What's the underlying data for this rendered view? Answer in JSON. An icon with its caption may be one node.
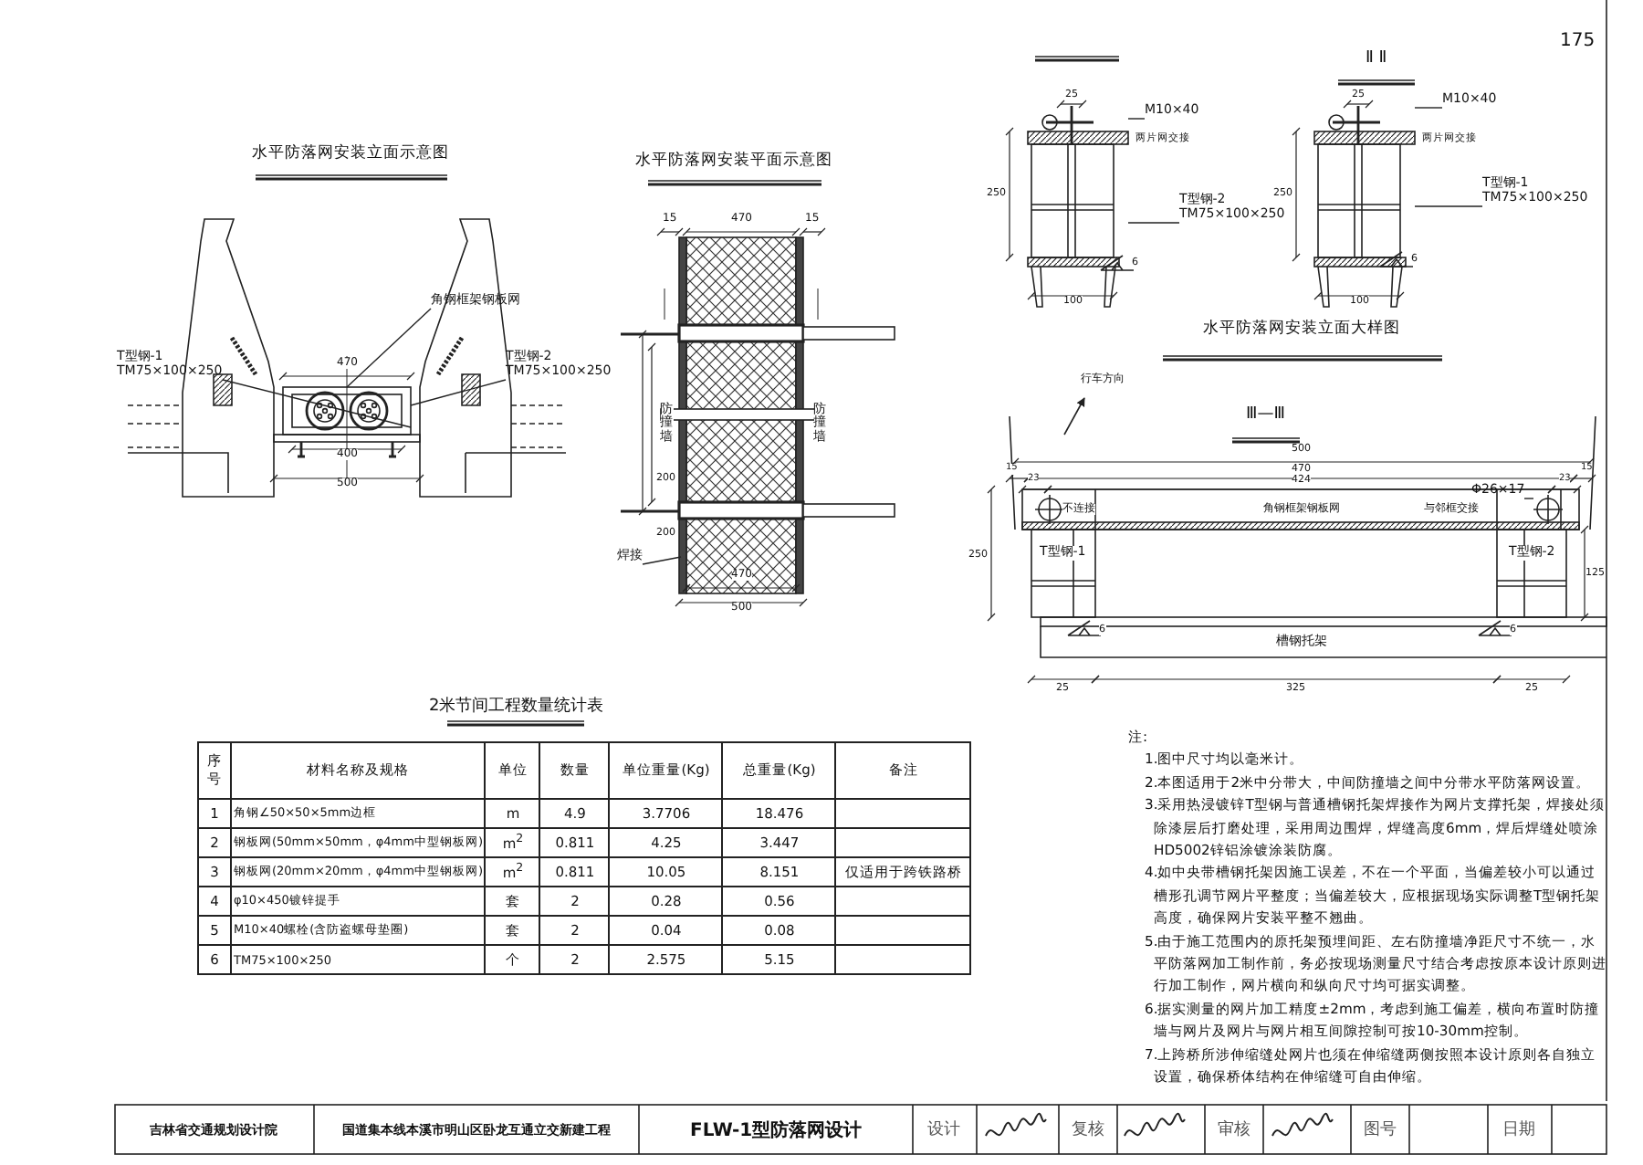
{
  "diagram": {
    "nodes": [
      {
        "text": [
          "T型钢-1",
          "TM75×100×250"
        ]
      },
      {
        "text": [
          "T型钢-2",
          "TM75×100×250"
        ]
      },
      {
        "text": [
          "角钢框架钢板网"
        ]
      },
      {
        "text": [
          "M10×40"
        ]
      },
      {
        "text": [
          "T型钢-2",
          "TM75×100×250"
        ]
      },
      {
        "text": [
          "M10×40"
        ]
      },
      {
        "text": [
          "T型钢-1",
          "TM75×100×250"
        ]
      },
      {
        "text": [
          "Φ26×17"
        ]
      },
      {
        "text": [
          "焊接"
        ]
      },
      {
        "text": [],
        "shape": "picture"
      },
      {
        "text": [],
        "shape": "picture"
      },
      {
        "text": [],
        "shape": "circle"
      },
      {
        "text": [],
        "shape": "circle"
      }
    ],
    "edges": [
      {
        "from": 0,
        "to": null,
        "arrow": "none"
      },
      {
        "from": 1,
        "to": null,
        "arrow": "none"
      },
      {
        "from": 2,
        "to": null,
        "arrow": "none"
      },
      {
        "from": 3,
        "to": 9,
        "arrow": "none"
      },
      {
        "from": 4,
        "to": 9,
        "arrow": "none"
      },
      {
        "from": 5,
        "to": 10,
        "arrow": "none"
      },
      {
        "from": 6,
        "to": 10,
        "arrow": "none"
      },
      {
        "from": 7,
        "to": 12,
        "arrow": "none"
      },
      {
        "from": 8,
        "to": null,
        "arrow": "none"
      }
    ],
    "labels": [
      "175",
      "水平防落网安装立面示意图",
      "470",
      "400",
      "500",
      "水平防落网安装平面示意图",
      "15",
      "470",
      "15",
      "防撞墙",
      "防撞墙",
      "200",
      "200",
      "470",
      "500",
      "25",
      "250",
      "两片网交接",
      "6",
      "100",
      "Ⅱ Ⅱ",
      "25",
      "250",
      "两片网交接",
      "6",
      "100",
      "水平防落网安装立面大样图",
      "行车方向",
      "Ⅲ—Ⅲ",
      "500",
      "15",
      "470",
      "15",
      "23",
      "424",
      "23",
      "不连接",
      "角钢框架钢板网",
      "与邻框交接",
      "250",
      "T型钢-1",
      "T型钢-2",
      "125",
      "6",
      "槽钢托架",
      "6",
      "25",
      "325",
      "25",
      "2米节间工程数量统计表",
      "序号",
      "材料名称及规格",
      "单位",
      "数量",
      "单位重量(Kg)",
      "总重量(Kg)",
      "备注",
      "1",
      "角钢∠50×50×5mm边框",
      "m",
      "4.9",
      "3.7706",
      "18.476",
      "2",
      "钢板网(50mm×50mm，φ4mm中型钢板网)",
      "m$^{2}$",
      "0.811",
      "4.25",
      "3.447",
      "3",
      "钢板网(20mm×20mm，φ4mm中型钢板网)",
      "m$^{2}$",
      "0.811",
      "10.05",
      "8.151",
      "仅适用于跨铁路桥",
      "4",
      "φ10×450镀锌提手",
      "套",
      "2",
      "0.28",
      "0.56",
      "5",
      "M10×40螺栓(含防盗螺母垫圈)",
      "套",
      "2",
      "0.04",
      "0.08",
      "6",
      "TM75×100×250",
      "个",
      "2",
      "2.575",
      "5.15",
      "注:",
      "1.图中尺寸均以毫米计。",
      "2.本图适用于2米中分带大，中间防撞墙之间中分带水平防落网设置。",
      "3.采用热浸镀锌T型钢与普通槽钢托架焊接作为网片支撑托架，焊接处须除漆层后打磨处理，采用周边围焊，焊缝高度6mm，焊后焊缝处喷涂HD5002锌铝涂镀涂装防腐。",
      "4.如中央带槽钢托架因施工误差，不在一个平面，当偏差较小可以通过槽形孔调节网片平整度；当偏差较大，应根据现场实际调整T型钢托架高度，确保网片安装平整不翘曲。",
      "5.由于施工范围内的原托架预埋间距、左右防撞墙净距尺寸不统一，水平防落网加工制作前，务必按现场测量尺寸结合考虑按原本设计原则进行加工制作，网片横向和纵向尺寸均可据实调整。",
      "6.据实测量的网片加工精度±2mm，考虑到施工偏差，横向布置时防撞墙与网片及网片与网片相互间隙控制可按10-30mm控制。",
      "7.上跨桥所涉伸缩缝处网片也须在伸缩缝两侧按照本设计原则各自独立设置，确保桥体结构在伸缩缝可自由伸缩。",
      "吉林省交通规划设计院",
      "国道集本线本溪市明山区卧龙互通立交新建工程",
      "FLW-1型防落网设计",
      "设计",
      "复核",
      "审核",
      "图号",
      "日期"
    ]
  }
}
